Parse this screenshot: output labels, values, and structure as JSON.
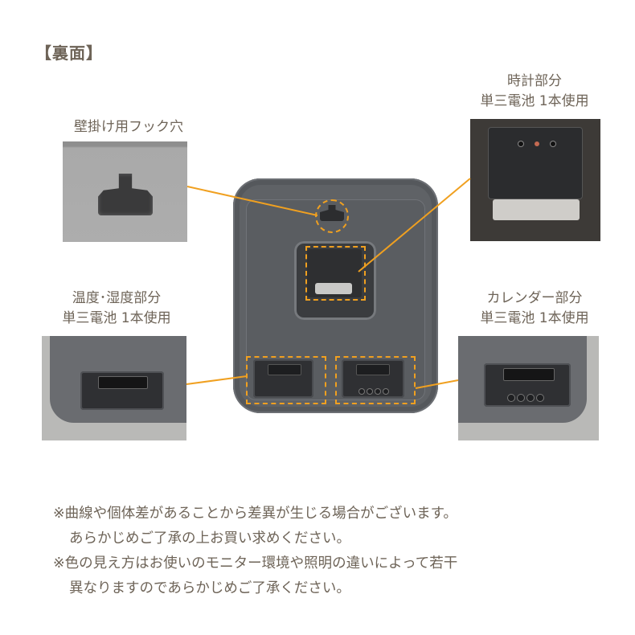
{
  "title": "【裏面】",
  "callouts": {
    "hook": {
      "label": "壁掛け用フック穴"
    },
    "clock": {
      "line1": "時計部分",
      "line2": "単三電池 1本使用"
    },
    "temperature": {
      "line1": "温度･湿度部分",
      "line2": "単三電池 1本使用"
    },
    "calendar": {
      "line1": "カレンダー部分",
      "line2": "単三電池 1本使用"
    }
  },
  "notes": [
    {
      "line1": "※曲線や個体差があることから差異が生じる場合がございます。",
      "line2": "あらかじめご了承の上お買い求めください。"
    },
    {
      "line1": "※色の見え方はお使いのモニター環境や照明の違いによって若干",
      "line2": "異なりますのであらかじめご了承ください。"
    }
  ],
  "colors": {
    "text": "#6e6458",
    "accent_line": "#f0a020",
    "clock_body": "#5f6266"
  }
}
